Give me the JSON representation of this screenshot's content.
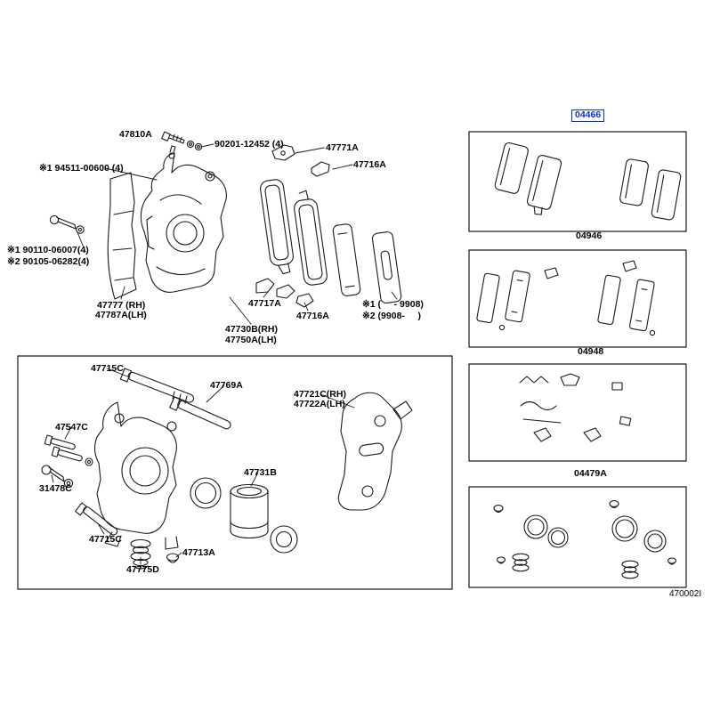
{
  "diagram_code": "470002I",
  "highlight_color": "#0a2fd4",
  "labels": {
    "l47810A": "47810A",
    "l90201": "90201-12452 (4)",
    "l47771A": "47771A",
    "l47716A_a": "47716A",
    "l94511": "※1 94511-00600 (4)",
    "l90110": "※1 90110-06007(4)",
    "l90105": "※2 90105-06282(4)",
    "l47777": "47777 (RH)",
    "l47787A": "47787A(LH)",
    "l47717A": "47717A",
    "l47716A_b": "47716A",
    "lnote1": "※1 (     - 9908)",
    "lnote2": "※2 (9908-     )",
    "l47730B": "47730B(RH)",
    "l47750A": "47750A(LH)",
    "l47715C_a": "47715C",
    "l47769A": "47769A",
    "l47721C": "47721C(RH)",
    "l47722A": "47722A(LH)",
    "l47547C": "47547C",
    "l31478C": "31478C",
    "l47731B": "47731B",
    "l47715C_b": "47715C",
    "l47713A": "47713A",
    "l47775D": "47775D"
  },
  "panels": {
    "kit_pads": "04466",
    "kit_shims": "04946",
    "kit_fittings": "04948",
    "kit_seals": "04479A"
  }
}
